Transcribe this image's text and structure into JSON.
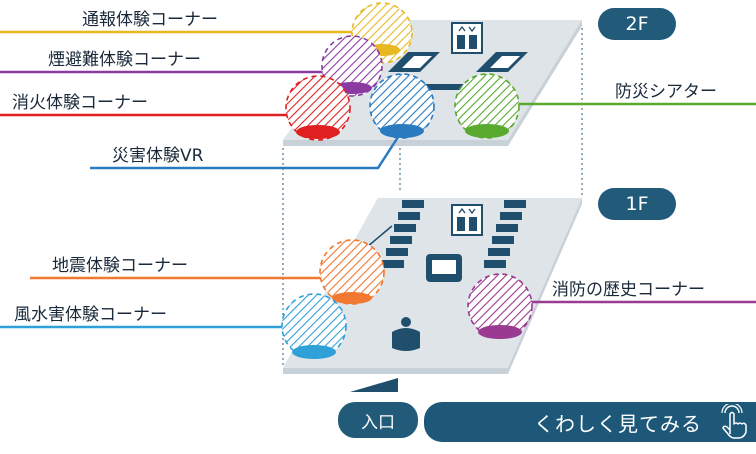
{
  "floors": {
    "upper": "2F",
    "lower": "1F"
  },
  "labels": {
    "report": "通報体験コーナー",
    "smoke": "煙避難体験コーナー",
    "extinguish": "消火体験コーナー",
    "vr": "災害体験VR",
    "theater": "防災シアター",
    "earthquake": "地震体験コーナー",
    "wind_water": "風水害体験コーナー",
    "history": "消防の歴史コーナー"
  },
  "entrance": "入口",
  "detail_button": "くわしく見てみる",
  "colors": {
    "report": "#e8b820",
    "smoke": "#8a3aa0",
    "extinguish": "#e02020",
    "vr": "#2a7ac0",
    "theater": "#5aaa30",
    "earthquake": "#f07830",
    "wind_water": "#30a0d8",
    "history": "#9a3a90",
    "floor_badge": "#225a7a"
  },
  "icons": {
    "elevator": "elevator-icon",
    "stairs": "stairs-icon",
    "tap": "tap-hand-icon"
  }
}
